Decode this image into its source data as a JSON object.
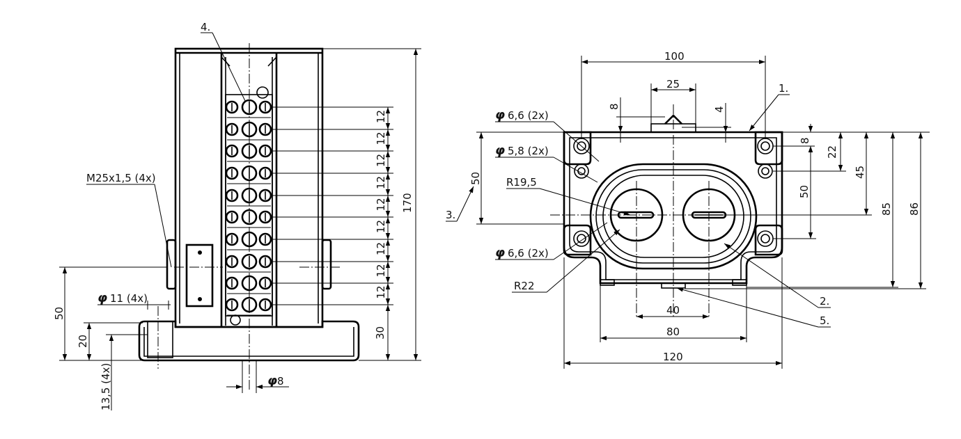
{
  "side_view": {
    "callout_4": "4.",
    "thread_label": "M25x1,5 (4x)",
    "hole_label": "11 (4x)",
    "dim_170": "170",
    "dim_30": "30",
    "pitch_12": "12",
    "dim_50": "50",
    "dim_20": "20",
    "dim_13_5": "13,5 (4x)",
    "dim_phi8": "8"
  },
  "front_view": {
    "callout_1": "1.",
    "callout_2": "2.",
    "callout_3": "3.",
    "callout_5": "5.",
    "dim_100": "100",
    "dim_25": "25",
    "dim_8_top": "8",
    "dim_4_top": "4",
    "hole_66_top": "6,6 (2x)",
    "hole_58": "5,8 (2x)",
    "hole_66_bottom": "6,6 (2x)",
    "radius_195": "R19,5",
    "radius_22": "R22",
    "dim_50_left": "50",
    "dim_8_right": "8",
    "dim_22_right": "22",
    "dim_45_right": "45",
    "dim_50_right": "50",
    "dim_85_right": "85",
    "dim_86_right": "86",
    "dim_40": "40",
    "dim_80": "80",
    "dim_120": "120"
  }
}
